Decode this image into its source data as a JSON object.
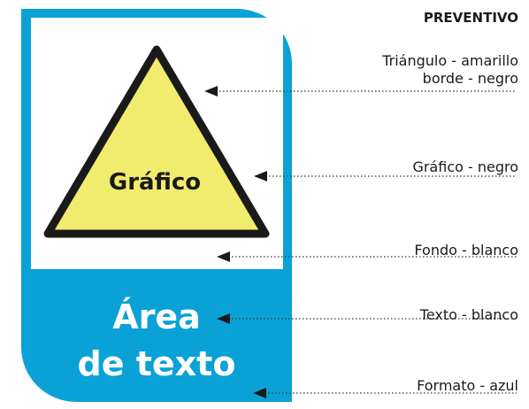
{
  "header": {
    "title": "PREVENTIVO"
  },
  "sign": {
    "graphic_label": "Gráfico",
    "text_area_line1": "Área",
    "text_area_line2": "de texto"
  },
  "labels": {
    "triangle_line1": "Triángulo - amarillo",
    "triangle_line2": "borde - negro",
    "graphic": "Gráfico - negro",
    "background": "Fondo - blanco",
    "text": "Texto - blanco",
    "format": "Formato - azul"
  },
  "colors": {
    "format_blue": "#0aa2d6",
    "triangle_yellow": "#f2ec6e",
    "triangle_border": "#1a1a1a",
    "background_white": "#ffffff",
    "text_white": "#ffffff"
  }
}
